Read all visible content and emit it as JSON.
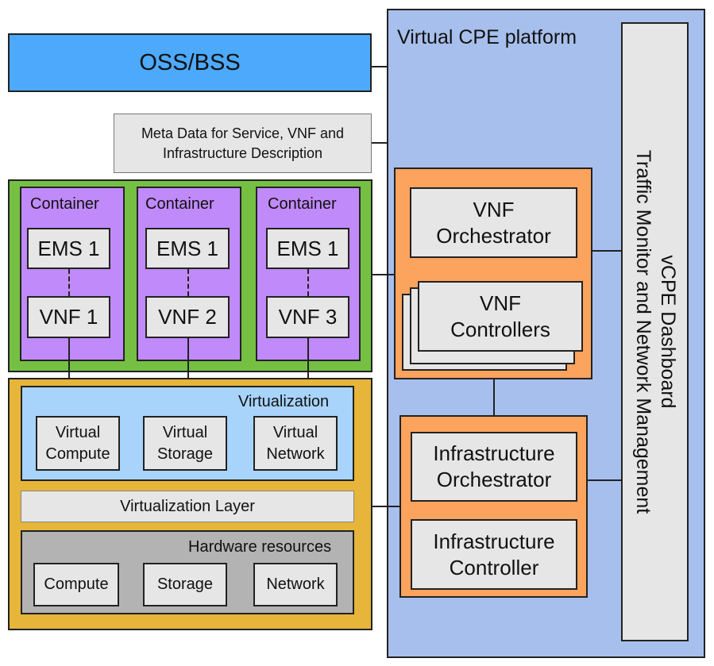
{
  "oss_bss": "OSS/BSS",
  "meta_data": {
    "line1": "Meta Data for Service, VNF and",
    "line2": "Infrastructure Description"
  },
  "platform": {
    "title": "Virtual CPE platform",
    "dashboard": {
      "line1": "vCPE Dashboard",
      "line2": "Traffic Monitor and Network Management"
    },
    "vnf_orchestrator": {
      "line1": "VNF",
      "line2": "Orchestrator"
    },
    "vnf_controllers": {
      "line1": "VNF",
      "line2": "Controllers"
    },
    "infra_orchestrator": {
      "line1": "Infrastructure",
      "line2": "Orchestrator"
    },
    "infra_controller": {
      "line1": "Infrastructure",
      "line2": "Controller"
    }
  },
  "containers": [
    {
      "label": "Container",
      "ems": "EMS 1",
      "vnf": "VNF 1"
    },
    {
      "label": "Container",
      "ems": "EMS 1",
      "vnf": "VNF 2"
    },
    {
      "label": "Container",
      "ems": "EMS 1",
      "vnf": "VNF 3"
    }
  ],
  "virtualization": {
    "title": "Virtualization",
    "items": [
      {
        "line1": "Virtual",
        "line2": "Compute"
      },
      {
        "line1": "Virtual",
        "line2": "Storage"
      },
      {
        "line1": "Virtual",
        "line2": "Network"
      }
    ]
  },
  "virtualization_layer": "Virtualization Layer",
  "hardware": {
    "title": "Hardware resources",
    "items": [
      "Compute",
      "Storage",
      "Network"
    ]
  },
  "colors": {
    "oss_bss": "#4da9fb",
    "platform": "#a7bfec",
    "orange": "#fca35e",
    "green": "#75c043",
    "purple": "#c08afa",
    "gold": "#e6b53a",
    "light_blue": "#a8d4fb",
    "gray_box": "#e6e6e6",
    "hardware": "#b3b3b3"
  }
}
